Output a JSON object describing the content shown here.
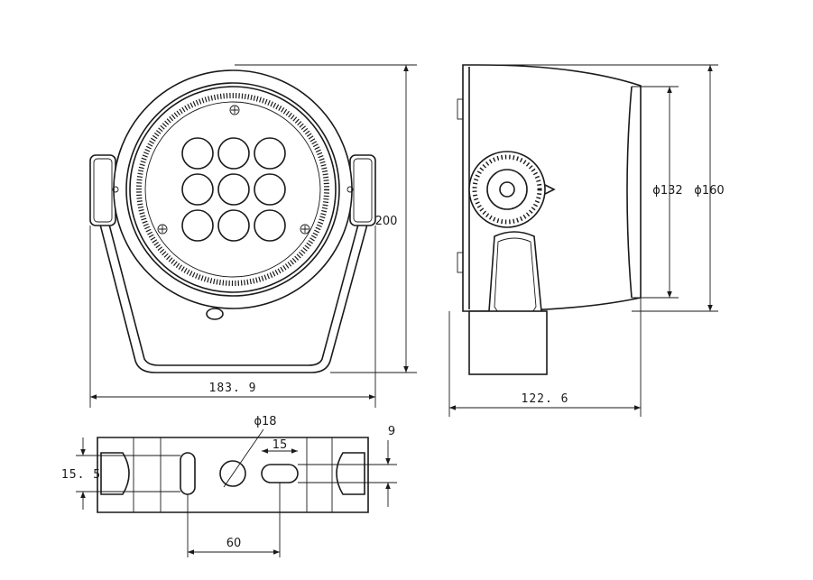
{
  "dimensions": {
    "front_width": "183. 9",
    "front_height": "200",
    "side_depth": "122. 6",
    "inner_diameter": "ϕ132",
    "outer_diameter": "ϕ160",
    "bottom_hole_diameter": "ϕ18",
    "slot_length": "15",
    "slot_width": "9",
    "mount_height": "15. 5",
    "hole_spacing": "60"
  }
}
